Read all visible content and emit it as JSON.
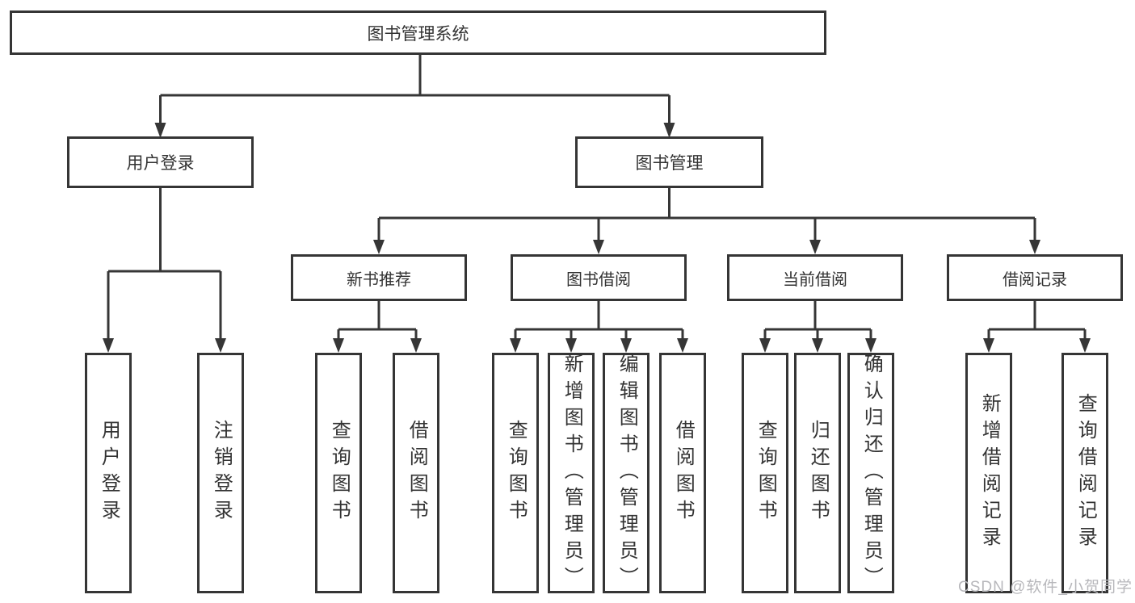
{
  "nodes": {
    "root": "图书管理系统",
    "user_login": "用户登录",
    "book_mgmt": "图书管理",
    "new_book_rec": "新书推荐",
    "book_borrow": "图书借阅",
    "current_borrow": "当前借阅",
    "borrow_records": "借阅记录",
    "login": "用户登录",
    "logout": "注销登录",
    "rec_query": "查询图书",
    "rec_borrow": "借阅图书",
    "bb_query": "查询图书",
    "bb_add": "新增图书（管理员）",
    "bb_edit": "编辑图书（管理员）",
    "bb_borrow": "借阅图书",
    "cb_query": "查询图书",
    "cb_return": "归还图书",
    "cb_confirm": "确认归还（管理员）",
    "br_add": "新增借阅记录",
    "br_query": "查询借阅记录"
  },
  "watermark": "CSDN @软件_小贺同学",
  "colors": {
    "line": "#363636",
    "text": "#333333",
    "watermark": "#b7b7bb",
    "background": "#ffffff"
  }
}
